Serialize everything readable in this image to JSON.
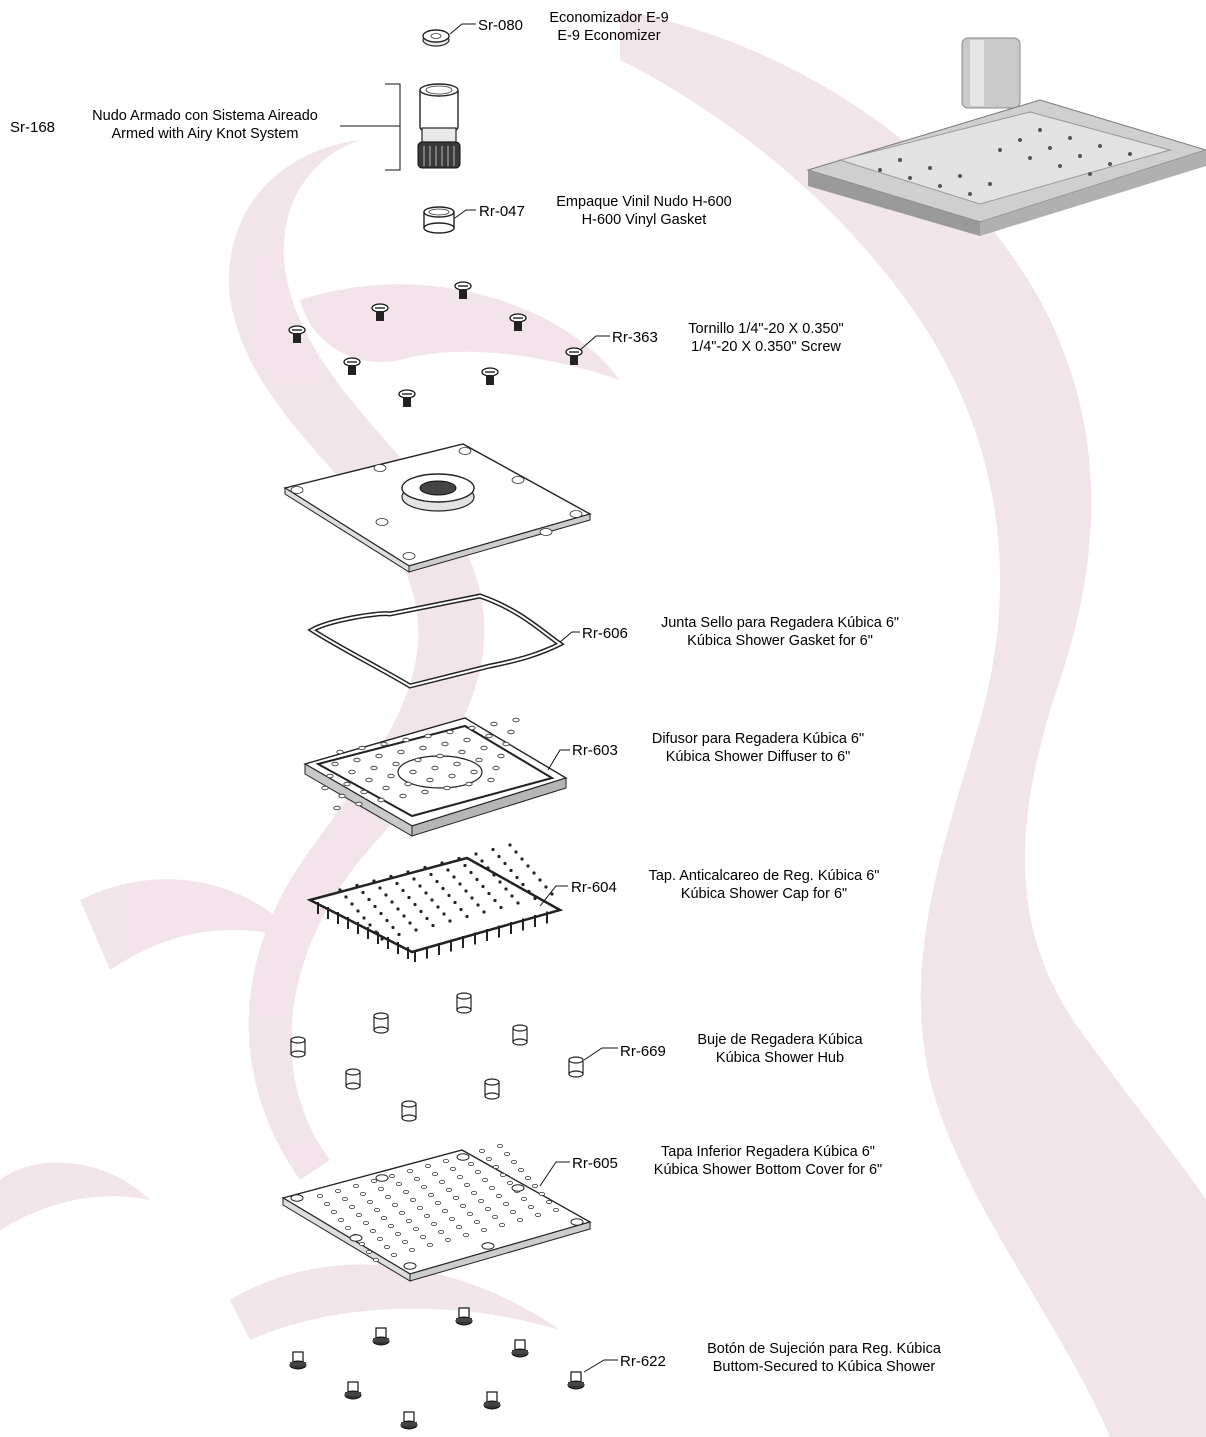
{
  "parts": [
    {
      "code": "Sr-080",
      "name_es": "Economizador E-9",
      "name_en": "E-9 Economizer"
    },
    {
      "code": "Sr-168",
      "name_es": "Nudo Armado con Sistema Aireado",
      "name_en": "Armed with Airy Knot System"
    },
    {
      "code": "Rr-047",
      "name_es": "Empaque Vinil Nudo H-600",
      "name_en": "H-600 Vinyl Gasket"
    },
    {
      "code": "Rr-363",
      "name_es": "Tornillo 1/4\"-20 X 0.350\"",
      "name_en": "1/4\"-20 X 0.350\" Screw"
    },
    {
      "code": "Rr-606",
      "name_es": "Junta Sello para Regadera Kúbica 6\"",
      "name_en": "Kúbica Shower Gasket for 6\""
    },
    {
      "code": "Rr-603",
      "name_es": "Difusor para Regadera Kúbica 6\"",
      "name_en": "Kúbica Shower Diffuser to 6\""
    },
    {
      "code": "Rr-604",
      "name_es": "Tap. Anticalcareo de Reg. Kúbica 6\"",
      "name_en": "Kúbica Shower Cap for 6\""
    },
    {
      "code": "Rr-669",
      "name_es": "Buje de Regadera Kúbica",
      "name_en": "Kúbica Shower Hub"
    },
    {
      "code": "Rr-605",
      "name_es": "Tapa Inferior Regadera Kúbica 6\"",
      "name_en": "Kúbica Shower Bottom Cover for 6\""
    },
    {
      "code": "Rr-622",
      "name_es": "Botón de Sujeción para Reg. Kúbica",
      "name_en": "Buttom-Secured to Kúbica Shower"
    }
  ],
  "colors": {
    "watermark": "#f0e0e6",
    "line": "#111111",
    "chrome": "#bcbcbc"
  }
}
